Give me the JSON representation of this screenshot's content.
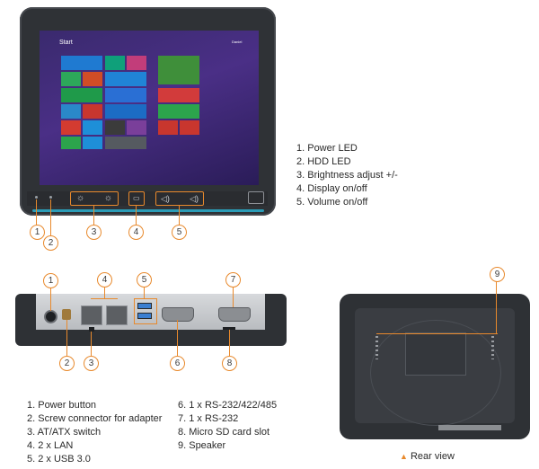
{
  "screen": {
    "start_label": "Start",
    "user_label": "Daniel"
  },
  "front_list": [
    "1. Power LED",
    "2. HDD LED",
    "3. Brightness adjust +/-",
    "4. Display on/off",
    "5. Volume on/off"
  ],
  "front_callouts": [
    "1",
    "2",
    "3",
    "4",
    "5"
  ],
  "io_callouts": [
    "1",
    "2",
    "3",
    "4",
    "5",
    "6",
    "7",
    "8"
  ],
  "rear_callout": "9",
  "io_list_left": [
    "1. Power button",
    "2. Screw connector for adapter",
    "3. AT/ATX switch",
    "4. 2 x LAN",
    "5. 2 x USB 3.0"
  ],
  "io_list_right": [
    "6. 1 x RS-232/422/485",
    "7. 1 x RS-232",
    "8. Micro SD card slot",
    "9. Speaker"
  ],
  "rear_caption": "Rear view",
  "colors": {
    "accent": "#e8892c",
    "bezel": "#2f3236",
    "led": "#2ab6d8"
  }
}
